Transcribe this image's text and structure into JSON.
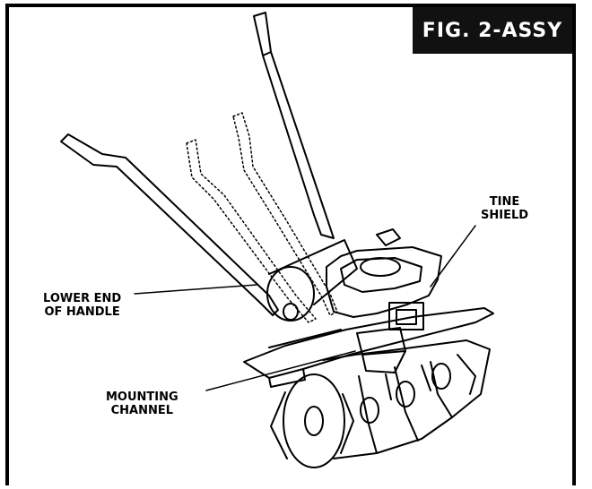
{
  "figure": {
    "label": "FIG. 2-ASSY"
  },
  "callouts": {
    "tine_shield": [
      "TINE",
      "SHIELD"
    ],
    "lower_end_of_handle": [
      "LOWER END",
      "OF HANDLE"
    ],
    "mounting_channel": [
      "MOUNTING",
      "CHANNEL"
    ]
  },
  "colors": {
    "ink": "#000000",
    "background": "#ffffff",
    "label_fill": "#111111"
  }
}
